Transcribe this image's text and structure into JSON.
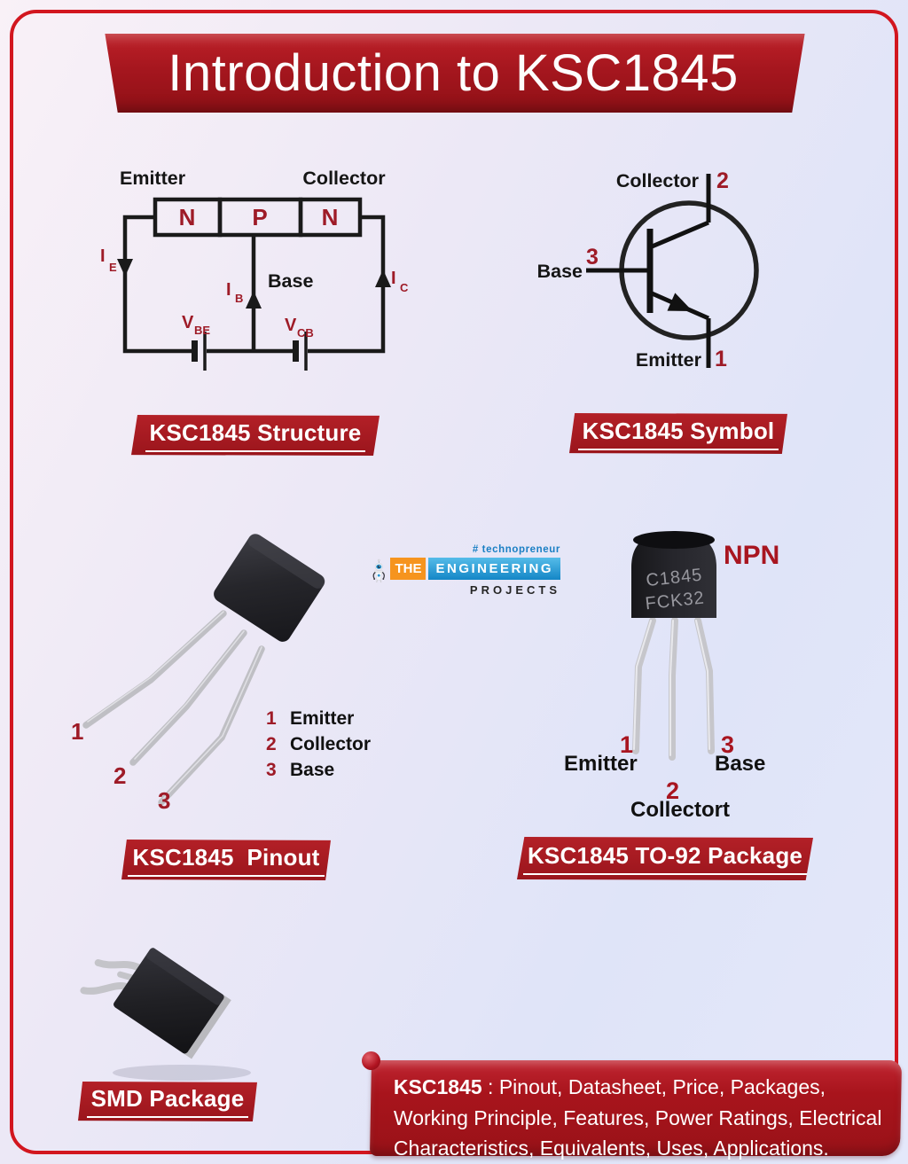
{
  "page": {
    "title": "Introduction to KSC1845",
    "bg_top_left": "#f9f1f7",
    "bg_bottom_right": "#dfe4f8",
    "frame_red": "#d2161f",
    "banner_red": "#a81b22",
    "dark_red_text": "#9e1b27"
  },
  "structure": {
    "caption": "KSC1845 Structure",
    "emitter_label": "Emitter",
    "collector_label": "Collector",
    "base_label": "Base",
    "region_left": "N",
    "region_mid": "P",
    "region_right": "N",
    "i_e": "I",
    "i_e_sub": "E",
    "i_b": "I",
    "i_b_sub": "B",
    "i_c": "I",
    "i_c_sub": "C",
    "v_be": "V",
    "v_be_sub": "BE",
    "v_cb": "V",
    "v_cb_sub": "CB"
  },
  "symbol": {
    "caption": "KSC1845 Symbol",
    "collector_label": "Collector",
    "collector_pin": "2",
    "base_label": "Base",
    "base_pin": "3",
    "emitter_label": "Emitter",
    "emitter_pin": "1"
  },
  "pinout": {
    "caption": "KSC1845  Pinout",
    "pin1": "1",
    "pin2": "2",
    "pin3": "3",
    "legend": [
      {
        "num": "1",
        "label": "Emitter"
      },
      {
        "num": "2",
        "label": "Collector"
      },
      {
        "num": "3",
        "label": "Base"
      }
    ]
  },
  "logo": {
    "robot_icon": "robot-mascot",
    "tagline": "# technopreneur",
    "word_the": "THE",
    "word_engineering": "ENGINEERING",
    "word_projects": "PROJECTS"
  },
  "to92": {
    "caption": "KSC1845 TO-92 Package",
    "transistor_type": "NPN",
    "marking_line1": "C1845",
    "marking_line2": "FCK32",
    "pin1_num": "1",
    "pin1_label": "Emitter",
    "pin2_num": "2",
    "pin2_label": "Collectort",
    "pin3_num": "3",
    "pin3_label": "Base"
  },
  "smd": {
    "caption": "SMD Package"
  },
  "footer": {
    "part_number": "KSC1845",
    "description": " : Pinout, Datasheet, Price, Packages, Working Principle, Features, Power Ratings, Electrical Characteristics, Equivalents, Uses, Applications."
  }
}
